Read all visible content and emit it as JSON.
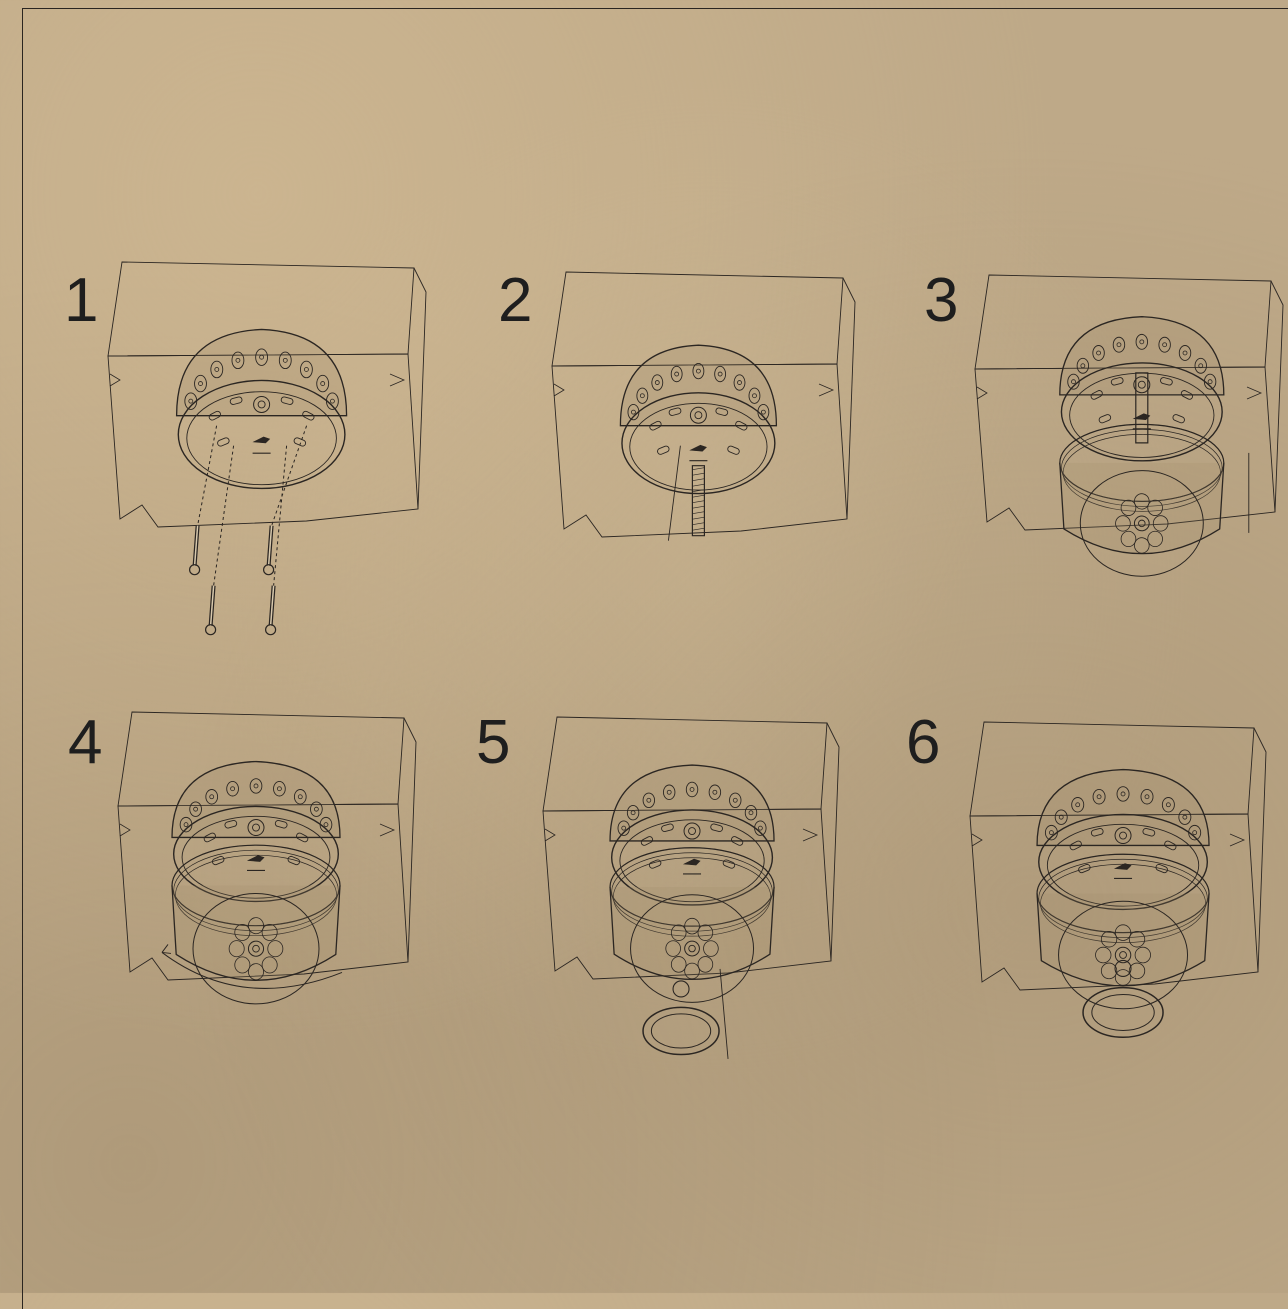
{
  "steps": [
    {
      "number": "1",
      "action": "screws"
    },
    {
      "number": "2",
      "action": "threaded-rod"
    },
    {
      "number": "3",
      "action": "raise-canopy"
    },
    {
      "number": "4",
      "action": "rotate"
    },
    {
      "number": "5",
      "action": "attach-ring"
    },
    {
      "number": "6",
      "action": "complete"
    }
  ],
  "colors": {
    "background": "#bea988",
    "line": "#2b2622",
    "fixture_fill": "#a08a6a"
  },
  "icons": [
    "ceiling-box",
    "mounting-bracket",
    "screw-icon",
    "threaded-rod-icon",
    "canopy-icon",
    "finial-ring-icon",
    "arrow-icon"
  ]
}
